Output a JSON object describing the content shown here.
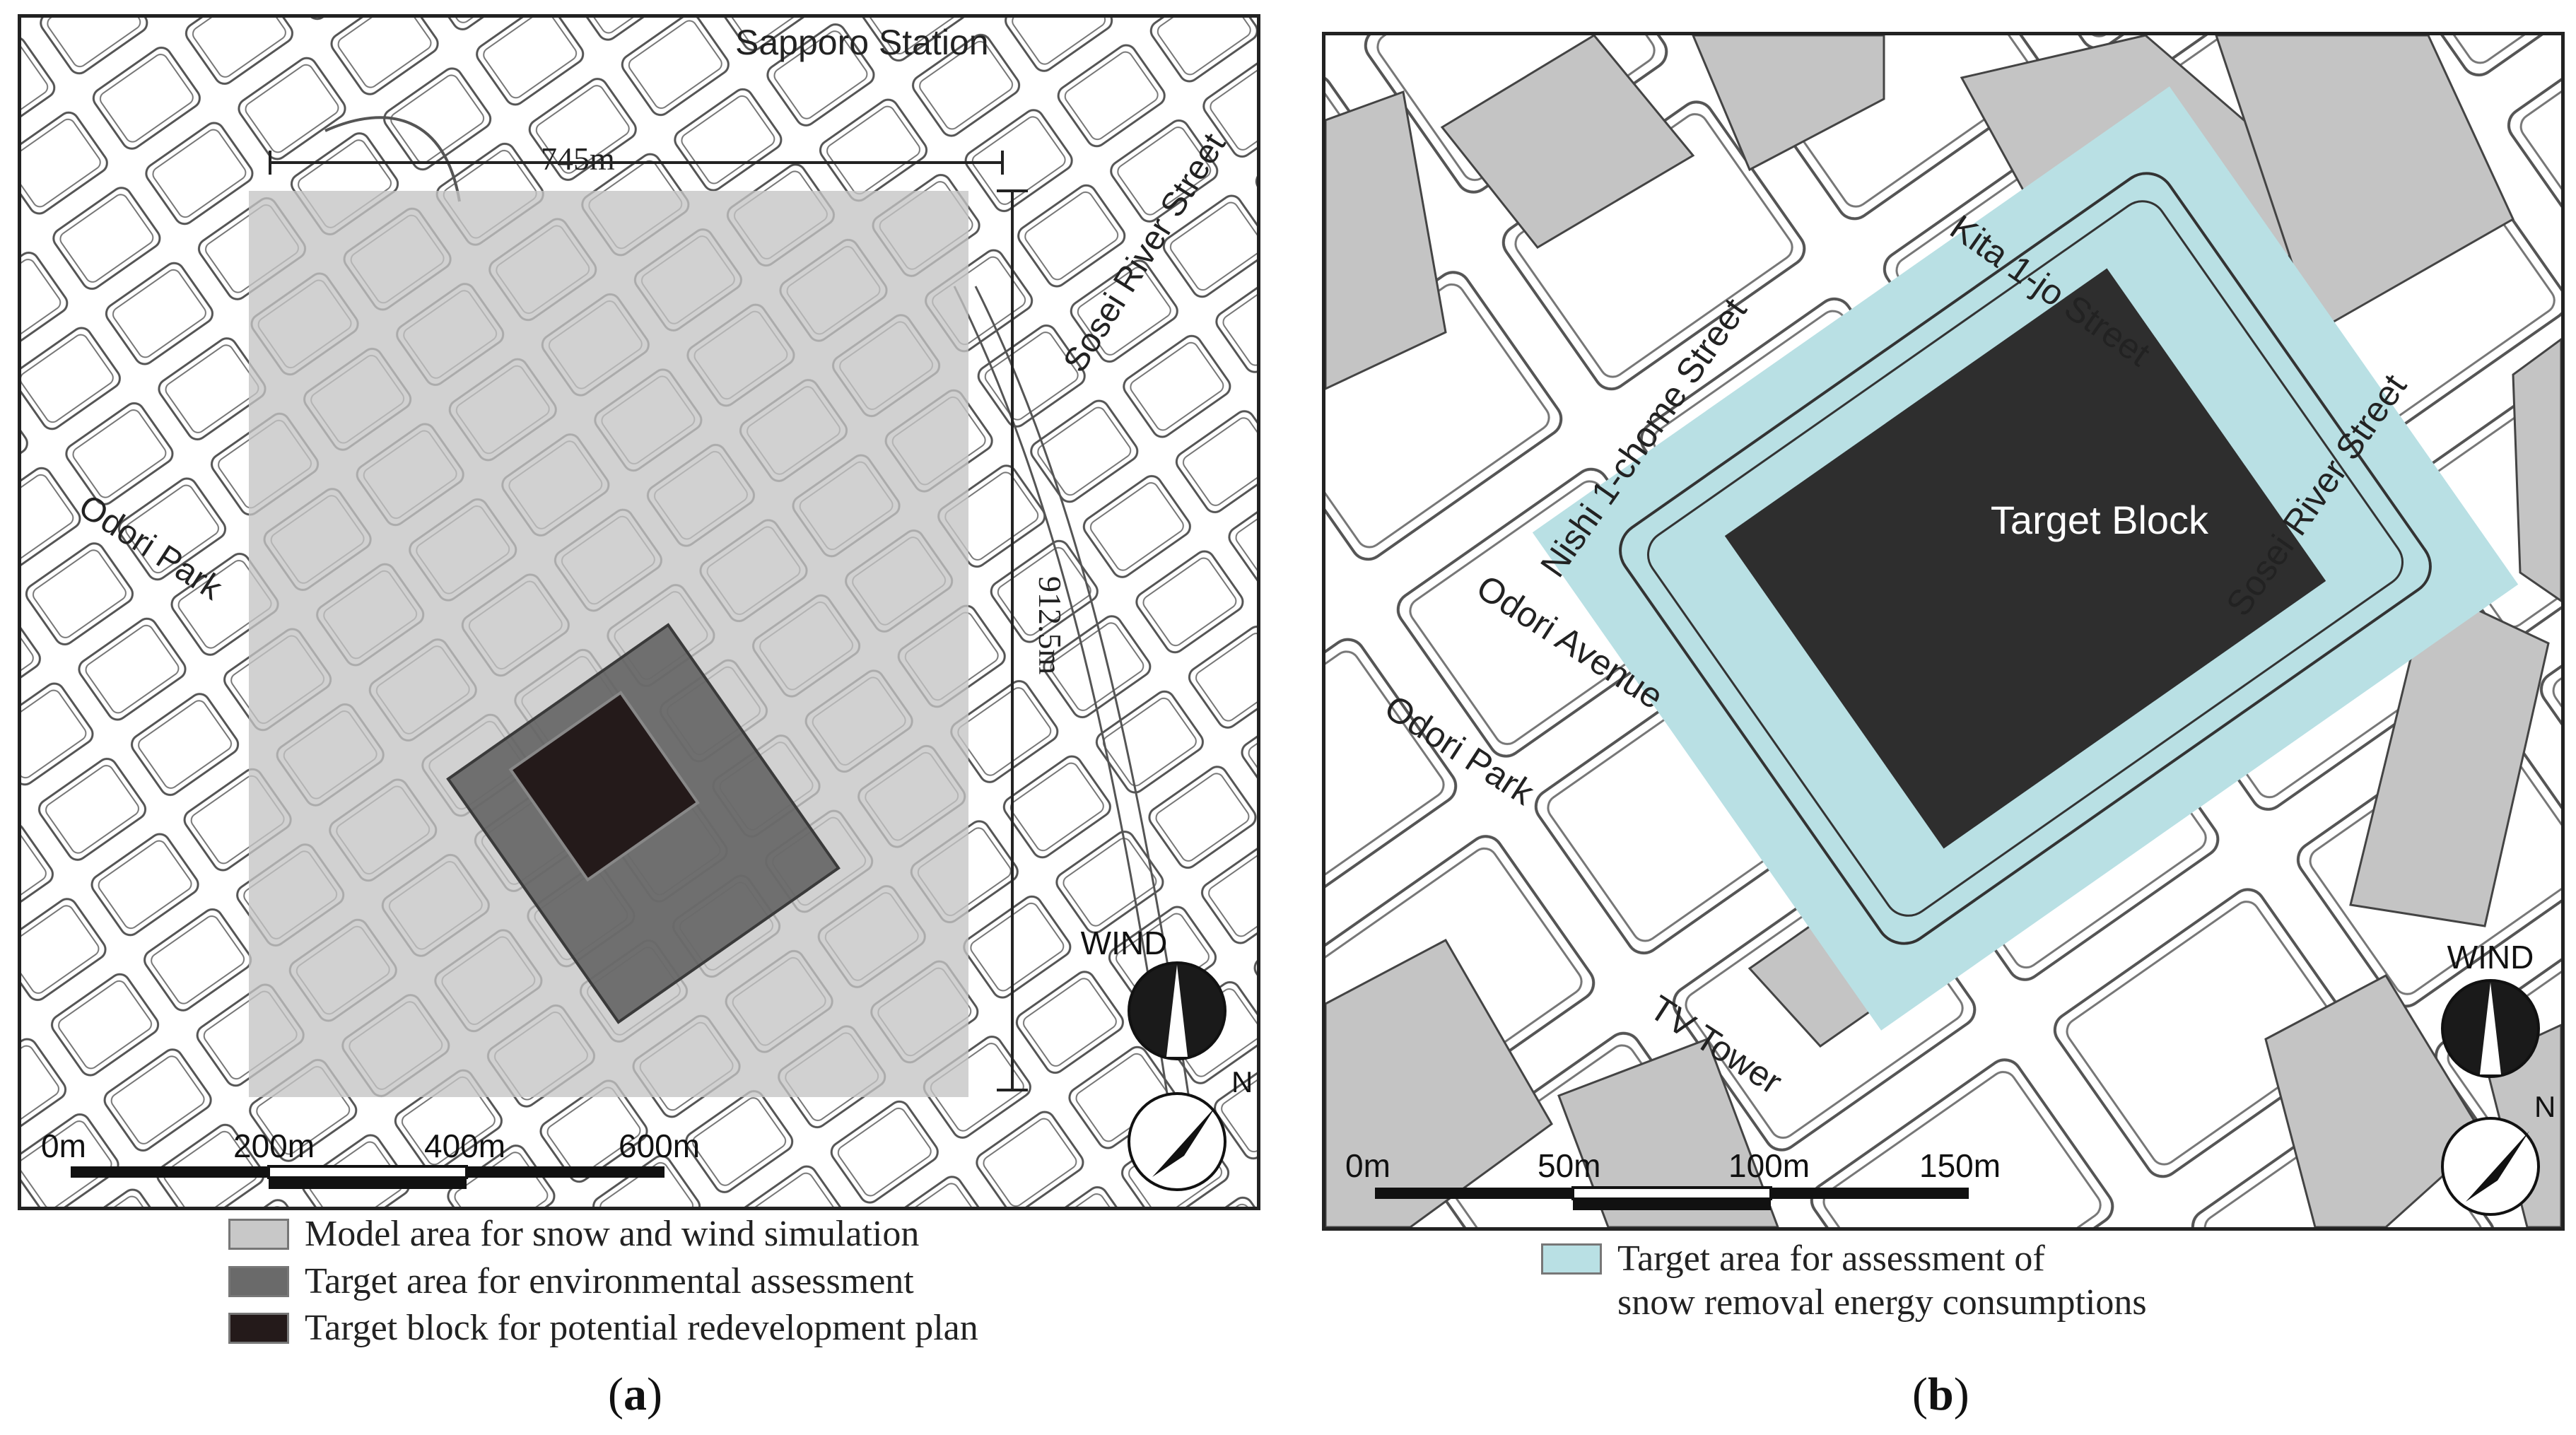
{
  "panel_a": {
    "labels": {
      "station": "Sapporo Station",
      "sosei": "Sosei River Street",
      "park": "Odori Park",
      "width": "745m",
      "height": "912.5m"
    },
    "compass": {
      "wind": "WIND",
      "north": "N"
    },
    "scale": [
      "0m",
      "200m",
      "400m",
      "600m"
    ],
    "legend": [
      {
        "text": "Model area for snow and wind simulation",
        "color": "#c8c8c8"
      },
      {
        "text": "Target area for environmental assessment",
        "color": "#6a6a6a"
      },
      {
        "text": "Target block for potential redevelopment plan",
        "color": "#241a1a"
      }
    ],
    "caption": {
      "open": "(",
      "letter": "a",
      "close": ")"
    }
  },
  "panel_b": {
    "labels": {
      "target_block": "Target Block",
      "kita": "Kita 1-jo Street",
      "nishi": "Nishi 1-chome Street",
      "sosei": "Sosei River Street",
      "odori_avenue": "Odori Avenue",
      "odori_park": "Odori Park",
      "tv_tower": "TV Tower"
    },
    "compass": {
      "wind": "WIND",
      "north": "N"
    },
    "scale": [
      "0m",
      "50m",
      "100m",
      "150m"
    ],
    "legend": [
      {
        "text_line1": "Target area for assessment of",
        "text_line2": "snow removal energy consumptions",
        "color": "#b9e0e4"
      }
    ],
    "caption": {
      "open": "(",
      "letter": "b",
      "close": ")"
    }
  }
}
